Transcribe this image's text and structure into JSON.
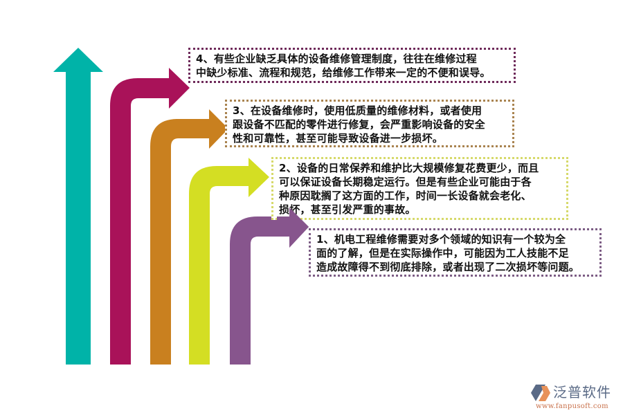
{
  "colors": {
    "teal": "#00b3a8",
    "magenta": "#a91259",
    "orange": "#c9801f",
    "yellow": "#d4de23",
    "purple": "#87558d",
    "box4_border": "#6e2a5a",
    "box3_border": "#a9834f",
    "box2_border": "#d6d96a",
    "box1_border": "#7c5c84"
  },
  "points": [
    {
      "id": 4,
      "lines": [
        "4、有些企业缺乏具体的设备维修管理制度，往往在维修过程",
        "中缺少标准、流程和规范，给维修工作带来一定的不便和误导。"
      ]
    },
    {
      "id": 3,
      "lines": [
        "3、在设备维修时，使用低质量的维修材料，或者使用",
        "跟设备不匹配的零件进行修复，会严重影响设备的安全",
        "性和可靠性，甚至可能导致设备进一步损坏。"
      ]
    },
    {
      "id": 2,
      "lines": [
        "2、设备的日常保养和维护比大规模修复花费更少，而且",
        "可以保证设备长期稳定运行。但是有些企业可能由于各",
        "种原因耽搁了这方面的工作，时间一长设备就会老化、",
        "损坏，甚至引发严重的事故。"
      ]
    },
    {
      "id": 1,
      "lines": [
        "1、机电工程维修需要对多个领域的知识有一个较为全",
        "面的了解，但是在实际操作中，可能因为工人技能不足",
        "造成故障得不到彻底排除，或者出现了二次损坏等问题。"
      ]
    }
  ],
  "logo": {
    "name": "泛普软件",
    "url": "www.fanpusoft.com"
  }
}
